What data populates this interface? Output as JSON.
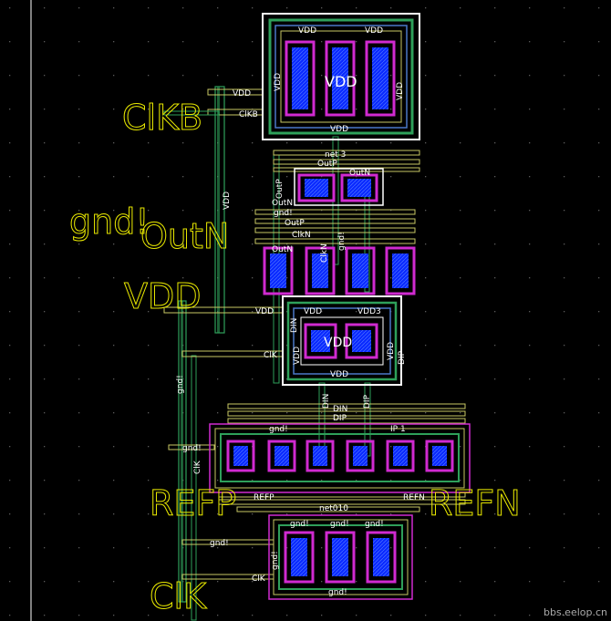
{
  "colors": {
    "background": "#000000",
    "grid_dot": "#5a5a5a",
    "metal1": "#4a78c8",
    "metal_green": "#2ea05a",
    "poly_yellow": "#c8c864",
    "well_magenta": "#d02ad0",
    "diffusion_blue": "#0a2aff",
    "outline_white": "#ffffff",
    "label_yellow": "#e8e800"
  },
  "big_labels": {
    "clkb": "ClKB",
    "gndl": "gnd!",
    "outn": "OutN",
    "vdd": "VDD",
    "refp": "REFP",
    "refn": "REFN",
    "clk": "ClK"
  },
  "pin_labels": {
    "vdd_top": "VDD",
    "vdd_top2": "VDD",
    "vdd_left": "VDD",
    "vdd_center": "VDD",
    "vdd_right": "VDD",
    "vdd_bottom": "VDD",
    "vdd_pin": "VDD",
    "clkb_pin": "ClKB",
    "net3": "net 3",
    "outp1": "OutP",
    "outn1": "OutN",
    "outp_v": "OutP",
    "outn_v": "OutN",
    "gnd_a": "gnd!",
    "outp2": "OutP",
    "clkn": "ClkN",
    "outn2": "OutN",
    "gnd_v": "gnd!",
    "vdd_vert": "VDD",
    "vdd_mid": "VDD",
    "vdd_mid2": "VDD",
    "vdd3": "VDD3",
    "vdd_midtext": "VDD",
    "vdd_mid_l": "VDD",
    "vdd_mid_r": "VDD",
    "vdd_mid_b": "VDD",
    "din_v": "DIN",
    "dip_v": "DIP",
    "clk_mid": "ClK",
    "gnd_vert": "gnd!",
    "din2": "DIN",
    "dip2": "DIP",
    "din3": "DIN",
    "dip3": "DIP",
    "gnd_row1": "gnd!",
    "ip1": "IP 1",
    "gnd_left": "gnd!",
    "clk_v": "ClK",
    "refp_pin": "REFP",
    "refn_pin": "REFN",
    "net010": "net010",
    "gnd_bot_a": "gnd!",
    "gnd_bot_b": "gnd!",
    "gnd_bot_c": "gnd!",
    "gnd_left2": "gnd!",
    "clk_pin": "ClK",
    "gnd_bot_bottom": "gnd!",
    "gnd_bot_v": "gnd!"
  },
  "watermark": "bbs.eelop.cn"
}
